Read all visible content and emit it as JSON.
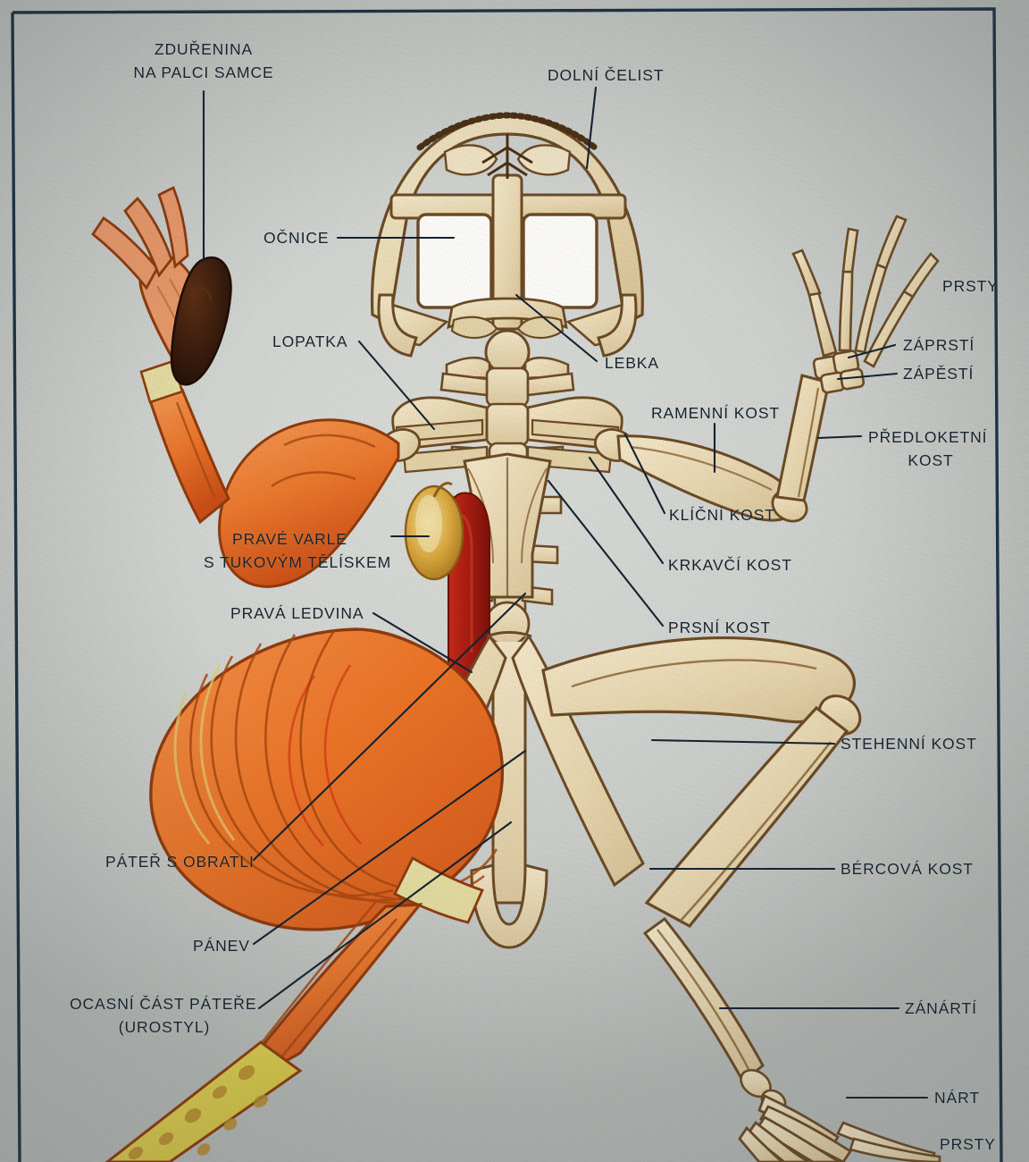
{
  "chart": {
    "title": "Frog skeleton and internal organs anatomical wall chart",
    "language": "Czech",
    "frame_color": "#1b3142",
    "paper_color": "#d2d5d1",
    "bone_color": "#e8d9b8",
    "bone_outline": "#6b4a25",
    "muscle_color": "#e8752e",
    "muscle_shadow": "#c94d16",
    "kidney_color": "#a81d12",
    "testis_color": "#d9a83f",
    "nuptial_pad_color": "#3a1c0d",
    "skin_color": "#e2d44a",
    "label_color": "#16232e"
  },
  "labels": {
    "nuptial_pad_line1": "ZDUŘENINA",
    "nuptial_pad_line2": "NA PALCI SAMCE",
    "lower_jaw": "DOLNÍ ČELIST",
    "orbit": "OČNICE",
    "scapula": "LOPATKA",
    "skull": "LEBKA",
    "humerus": "RAMENNÍ KOST",
    "clavicle": "KLÍČNÍ KOST",
    "coracoid": "KRKAVČÍ KOST",
    "sternum": "PRSNÍ KOST",
    "fingers_right": "PRSTY",
    "metacarpus": "ZÁPRSTÍ",
    "carpus": "ZÁPĚSTÍ",
    "forearm_line1": "PŘEDLOKETNÍ",
    "forearm_line2": "KOST",
    "testis_line1": "PRAVÉ VARLE",
    "testis_line2": "S TUKOVÝM TĚLÍSKEM",
    "kidney": "PRAVÁ LEDVINA",
    "femur": "STEHENNÍ KOST",
    "tibiofibula": "BÉRCOVÁ KOST",
    "tarsus": "ZÁNÁRTÍ",
    "metatarsus": "NÁRT",
    "toes": "PRSTY",
    "spine": "PÁTEŘ S OBRATLI",
    "pelvis": "PÁNEV",
    "urostyle_line1": "OCASNÍ ČÁST PÁTEŘE",
    "urostyle_line2": "(UROSTYL)"
  }
}
